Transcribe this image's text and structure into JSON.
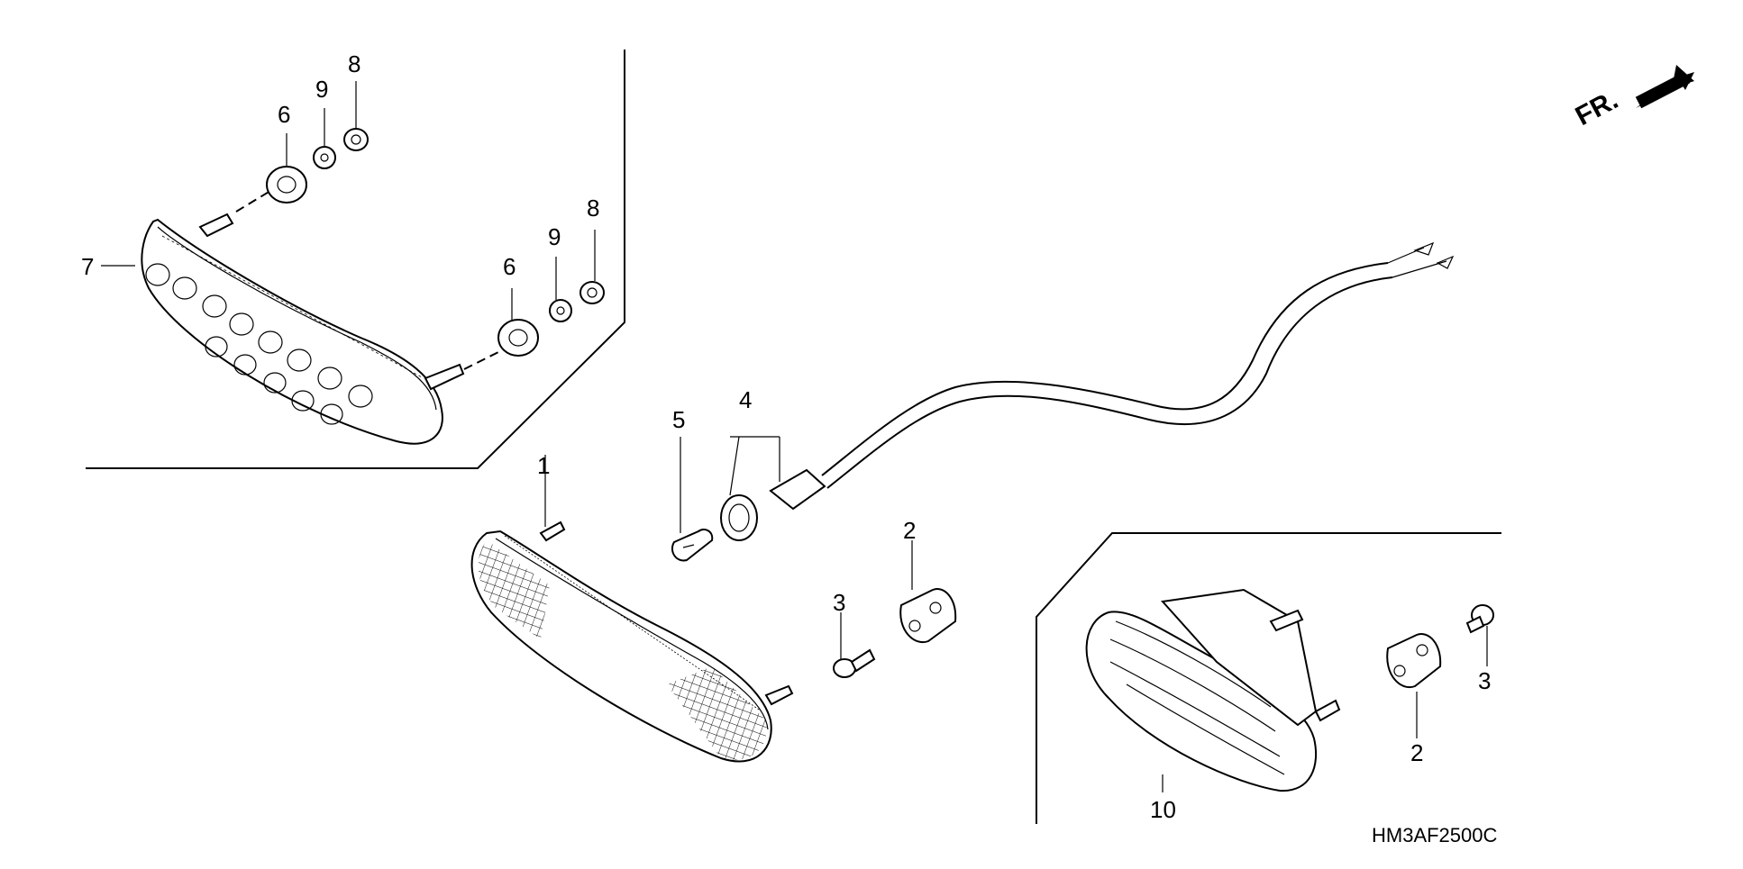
{
  "diagram": {
    "code": "HM3AF2500C",
    "front_label": "FR.",
    "callouts": [
      {
        "id": "c1",
        "text": "1"
      },
      {
        "id": "c2a",
        "text": "2"
      },
      {
        "id": "c2b",
        "text": "2"
      },
      {
        "id": "c3a",
        "text": "3"
      },
      {
        "id": "c3b",
        "text": "3"
      },
      {
        "id": "c4",
        "text": "4"
      },
      {
        "id": "c5",
        "text": "5"
      },
      {
        "id": "c6a",
        "text": "6"
      },
      {
        "id": "c6b",
        "text": "6"
      },
      {
        "id": "c7",
        "text": "7"
      },
      {
        "id": "c8a",
        "text": "8"
      },
      {
        "id": "c8b",
        "text": "8"
      },
      {
        "id": "c9a",
        "text": "9"
      },
      {
        "id": "c9b",
        "text": "9"
      },
      {
        "id": "c10",
        "text": "10"
      }
    ],
    "icons": [
      "front-direction-arrow-icon"
    ]
  }
}
